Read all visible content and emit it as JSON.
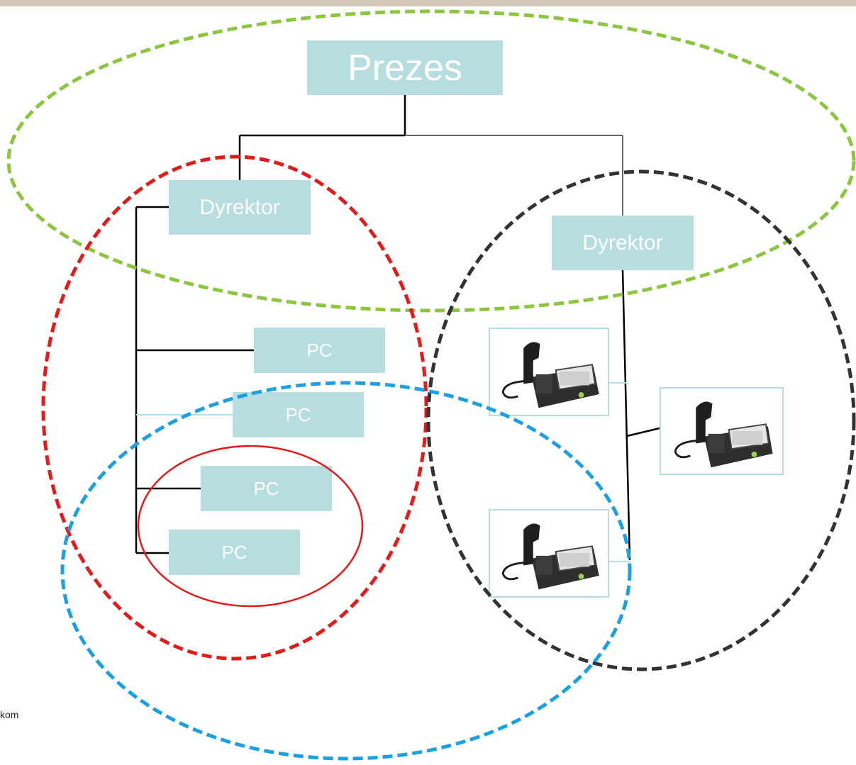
{
  "colors": {
    "top_bar": "#d3c8b8",
    "node_fill": "#b6dde0",
    "node_text": "#ffffff",
    "phone_border": "#b6dde0",
    "group_green": "#8cc63f",
    "group_red": "#e31b1b",
    "group_dark": "#333333",
    "group_blue": "#1ba1e2",
    "small_circle": "#e31b1b",
    "line_black": "#000000",
    "line_gray": "#666666"
  },
  "org": {
    "ceo": "Prezes",
    "director_left": "Dyrektor",
    "director_right": "Dyrektor",
    "pc_items": [
      "PC",
      "PC",
      "PC",
      "PC"
    ]
  },
  "phones": [
    {
      "icon": "desk-phone-icon"
    },
    {
      "icon": "desk-phone-icon"
    },
    {
      "icon": "desk-phone-icon"
    }
  ],
  "footnote": "kom"
}
